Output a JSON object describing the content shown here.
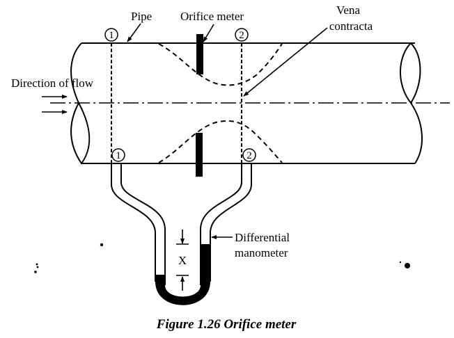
{
  "figure": {
    "caption": "Figure 1.26 Orifice meter",
    "labels": {
      "pipe": "Pipe",
      "orifice_meter": "Orifice meter",
      "vena_contracta_line1": "Vena",
      "vena_contracta_line2": "contracta",
      "direction_of_flow": "Direction of flow",
      "differential_line1": "Differential",
      "differential_line2": "manometer",
      "height_difference": "X"
    },
    "sections": [
      {
        "id": "section-1",
        "label": "1"
      },
      {
        "id": "section-2",
        "label": "2"
      }
    ],
    "colors": {
      "ink": "#000000",
      "background": "#ffffff"
    }
  }
}
